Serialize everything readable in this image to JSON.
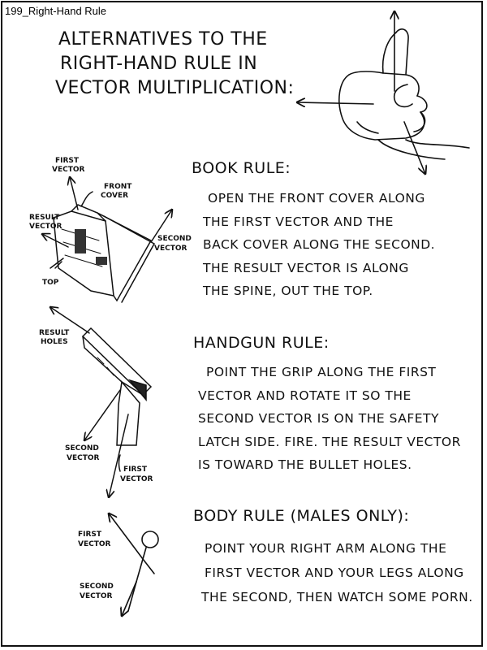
{
  "comic": {
    "header_label": "199_Right-Hand Rule",
    "title_lines": [
      "ALTERNATIVES TO THE",
      "RIGHT-HAND RULE IN",
      "VECTOR MULTIPLICATION:"
    ],
    "book_rule": {
      "heading": "BOOK RULE:",
      "body_lines": [
        "OPEN THE FRONT COVER ALONG",
        "THE FIRST VECTOR AND THE",
        "BACK COVER ALONG THE SECOND.",
        "THE RESULT VECTOR IS ALONG",
        "THE SPINE, OUT THE TOP."
      ],
      "labels": {
        "first_vector_1": "FIRST",
        "first_vector_2": "VECTOR",
        "front_cover_1": "FRONT",
        "front_cover_2": "COVER",
        "result_vector_1": "RESULT",
        "result_vector_2": "VECTOR",
        "second_vector_1": "SECOND",
        "second_vector_2": "VECTOR",
        "top": "TOP"
      }
    },
    "handgun_rule": {
      "heading": "HANDGUN RULE:",
      "body_lines": [
        "POINT THE GRIP ALONG THE FIRST",
        "VECTOR AND ROTATE IT SO THE",
        "SECOND VECTOR IS ON THE SAFETY",
        "LATCH SIDE. FIRE. THE RESULT VECTOR",
        "IS TOWARD THE BULLET HOLES."
      ],
      "labels": {
        "result_holes_1": "RESULT",
        "result_holes_2": "HOLES",
        "second_vector_1": "SECOND",
        "second_vector_2": "VECTOR",
        "first_vector_1": "FIRST",
        "first_vector_2": "VECTOR"
      }
    },
    "body_rule": {
      "heading": "BODY RULE (MALES ONLY):",
      "body_lines": [
        "POINT YOUR RIGHT ARM ALONG THE",
        "FIRST VECTOR AND YOUR LEGS ALONG",
        "THE SECOND, THEN WATCH SOME PORN."
      ],
      "labels": {
        "first_vector_1": "FIRST",
        "first_vector_2": "VECTOR",
        "second_vector_1": "SECOND",
        "second_vector_2": "VECTOR"
      }
    }
  }
}
